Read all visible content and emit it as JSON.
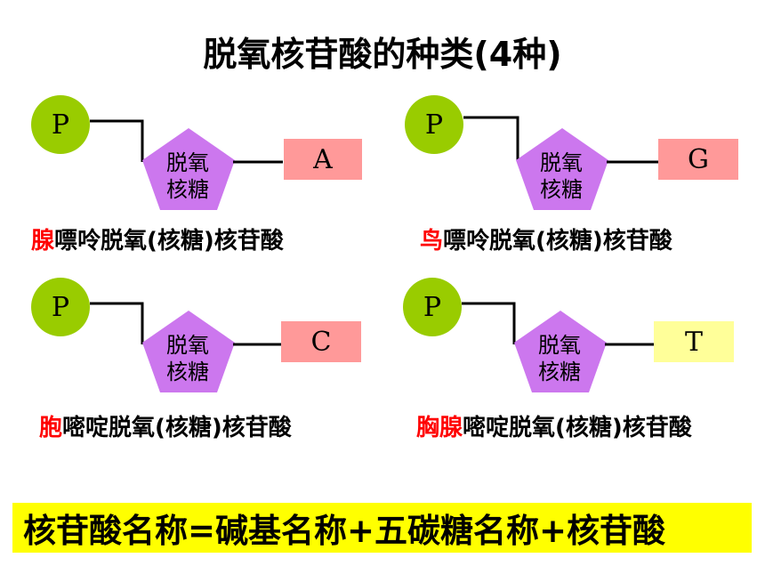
{
  "title": "脱氧核苷酸的种类(4种)",
  "phosphate_label": "P",
  "sugar_label_line1": "脱氧",
  "sugar_label_line2": "核糖",
  "colors": {
    "phosphate": "#99cc00",
    "sugar": "#cc77ee",
    "base_pink": "#ff9999",
    "base_yellow": "#ffff99",
    "highlight": "#ff0000",
    "formula_bg": "#ffff00"
  },
  "nucleotides": [
    {
      "base": "A",
      "base_color": "#ff9999",
      "caption_highlight": "腺",
      "caption_rest": "嘌呤脱氧(核糖)核苷酸"
    },
    {
      "base": "G",
      "base_color": "#ff9999",
      "caption_highlight": "鸟",
      "caption_rest": "嘌呤脱氧(核糖)核苷酸"
    },
    {
      "base": "C",
      "base_color": "#ff9999",
      "caption_highlight": "胞",
      "caption_rest": "嘧啶脱氧(核糖)核苷酸"
    },
    {
      "base": "T",
      "base_color": "#ffff99",
      "caption_highlight": "胸腺",
      "caption_rest": "嘧啶脱氧(核糖)核苷酸"
    }
  ],
  "formula": "核苷酸名称=碱基名称+五碳糖名称+核苷酸"
}
